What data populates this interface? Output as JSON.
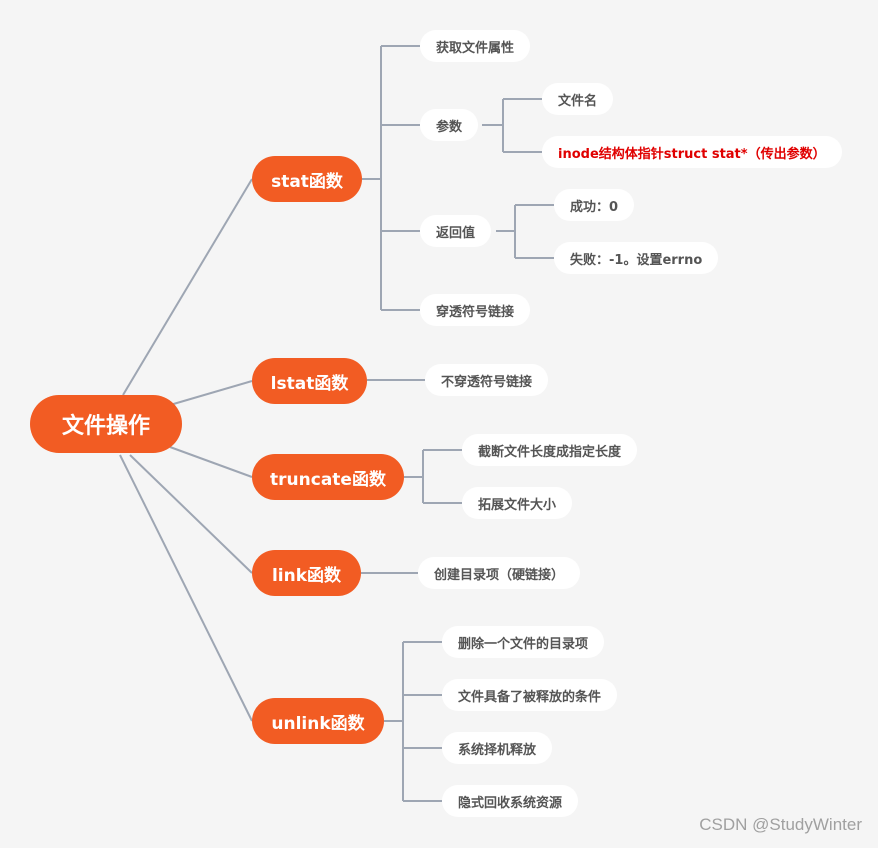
{
  "root": {
    "label": "文件操作"
  },
  "stat": {
    "label": "stat函数",
    "leaves": {
      "get_attr": "获取文件属性",
      "params": "参数",
      "filename": "文件名",
      "inode": "inode结构体指针struct stat*（传出参数）",
      "ret": "返回值",
      "success": "成功：0",
      "fail": "失败：-1。设置errno",
      "follow": "穿透符号链接"
    }
  },
  "lstat": {
    "label": "lstat函数",
    "leaves": {
      "nofollow": "不穿透符号链接"
    }
  },
  "truncate": {
    "label": "truncate函数",
    "leaves": {
      "cut": "截断文件长度成指定长度",
      "extend": "拓展文件大小"
    }
  },
  "link": {
    "label": "link函数",
    "leaves": {
      "create": "创建目录项（硬链接）"
    }
  },
  "unlink": {
    "label": "unlink函数",
    "leaves": {
      "delete": "删除一个文件的目录项",
      "cond": "文件具备了被释放的条件",
      "choose": "系统择机释放",
      "implicit": "隐式回收系统资源"
    }
  },
  "colors": {
    "node": "#f25c23",
    "line": "#9ea6b3",
    "leaf_bg": "#ffffff",
    "leaf_text": "#555555",
    "highlight": "#e00000"
  },
  "watermark": "CSDN @StudyWinter"
}
